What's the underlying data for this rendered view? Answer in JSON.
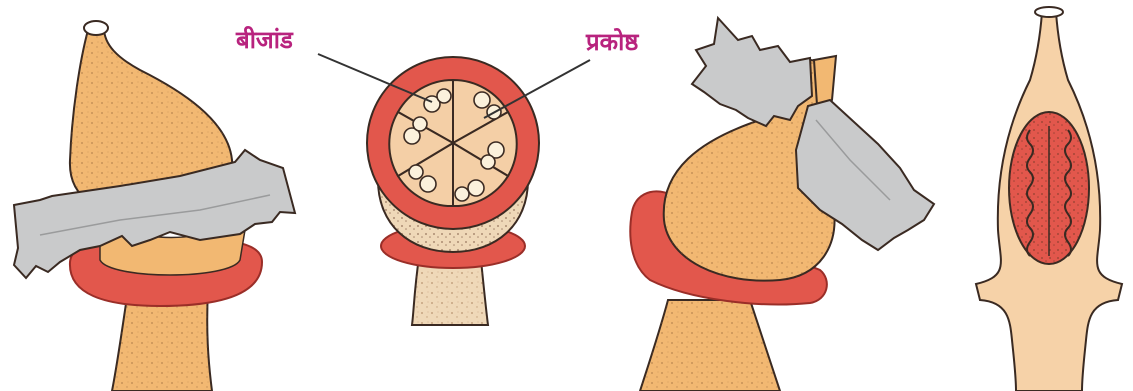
{
  "labels": {
    "ovule": "बीजांड",
    "locule": "प्रकोष्ठ"
  },
  "colors": {
    "label_text": "#b8237e",
    "ovary_fill": "#f2b872",
    "ovary_shade": "#e29a4d",
    "ring_red": "#e2574c",
    "blade_grey": "#c9cacb",
    "stalk_fill": "#efd8b8",
    "section_fill": "#f4cfa6",
    "outline": "#3a2a22"
  },
  "icons": [
    "razor-blade",
    "ovary",
    "cross-section",
    "longitudinal-section"
  ]
}
